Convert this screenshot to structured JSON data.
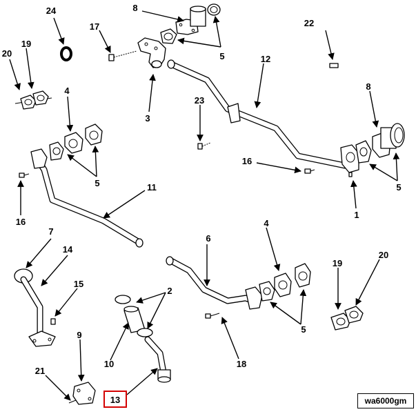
{
  "diagram": {
    "reference_code": "wa6000gm",
    "highlighted_callout": "13",
    "callouts": {
      "c24": "24",
      "c8a": "8",
      "c17": "17",
      "c22": "22",
      "c19a": "19",
      "c20a": "20",
      "c5a": "5",
      "c12": "12",
      "c4a": "4",
      "c3": "3",
      "c23": "23",
      "c8b": "8",
      "c16a": "16",
      "c5b": "5",
      "c5c": "5",
      "c16b": "16",
      "c11": "11",
      "c1": "1",
      "c7": "7",
      "c14": "14",
      "c15": "15",
      "c6": "6",
      "c4b": "4",
      "c2": "2",
      "c19b": "19",
      "c20b": "20",
      "c9": "9",
      "c10": "10",
      "c5d": "5",
      "c18": "18",
      "c21": "21",
      "c13": "13"
    }
  }
}
